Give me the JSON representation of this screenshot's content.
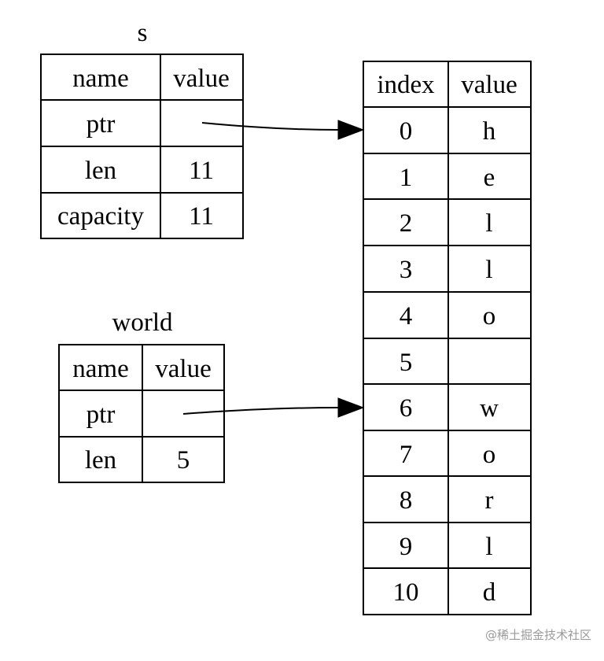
{
  "s": {
    "label": "s",
    "headers": [
      "name",
      "value"
    ],
    "rows": [
      [
        "ptr",
        ""
      ],
      [
        "len",
        "11"
      ],
      [
        "capacity",
        "11"
      ]
    ]
  },
  "world": {
    "label": "world",
    "headers": [
      "name",
      "value"
    ],
    "rows": [
      [
        "ptr",
        ""
      ],
      [
        "len",
        "5"
      ]
    ]
  },
  "heap": {
    "headers": [
      "index",
      "value"
    ],
    "rows": [
      [
        "0",
        "h"
      ],
      [
        "1",
        "e"
      ],
      [
        "2",
        "l"
      ],
      [
        "3",
        "l"
      ],
      [
        "4",
        "o"
      ],
      [
        "5",
        ""
      ],
      [
        "6",
        "w"
      ],
      [
        "7",
        "o"
      ],
      [
        "8",
        "r"
      ],
      [
        "9",
        "l"
      ],
      [
        "10",
        "d"
      ]
    ]
  },
  "arrows": [
    {
      "from": "s.ptr",
      "to_index": 0
    },
    {
      "from": "world.ptr",
      "to_index": 6
    }
  ],
  "watermark": "@稀土掘金技术社区"
}
